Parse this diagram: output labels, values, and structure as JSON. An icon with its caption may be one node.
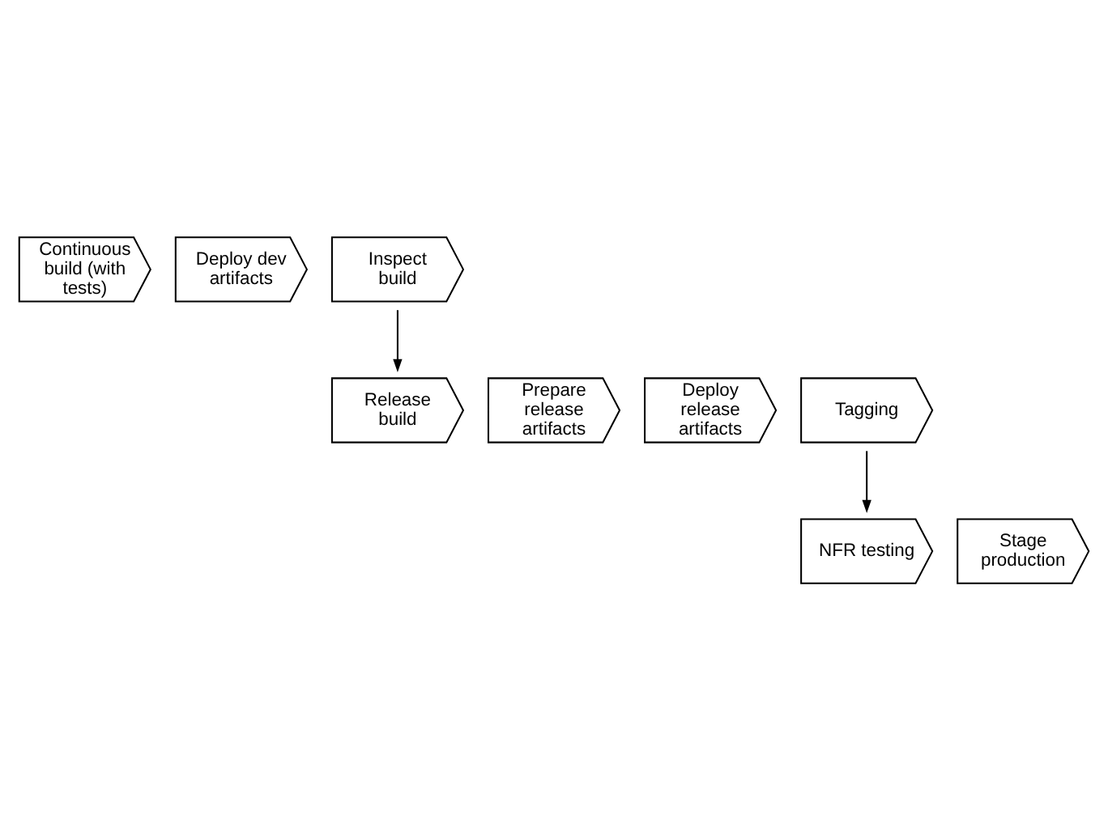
{
  "diagram": {
    "nodes": [
      {
        "text": [
          "Continuous build (with tests)"
        ]
      },
      {
        "text": [
          "Deploy dev artifacts"
        ]
      },
      {
        "text": [
          "Inspect build"
        ]
      },
      {
        "text": [
          "Release build"
        ]
      },
      {
        "text": [
          "Prepare release artifacts"
        ]
      },
      {
        "text": [
          "Deploy release artifacts"
        ]
      },
      {
        "text": [
          "Tagging"
        ]
      },
      {
        "text": [
          "NFR testing"
        ]
      },
      {
        "text": [
          "Stage production"
        ]
      }
    ],
    "edges": [
      {
        "from": 2,
        "to": 3,
        "arrow": "to"
      },
      {
        "from": 6,
        "to": 7,
        "arrow": "to"
      }
    ]
  }
}
